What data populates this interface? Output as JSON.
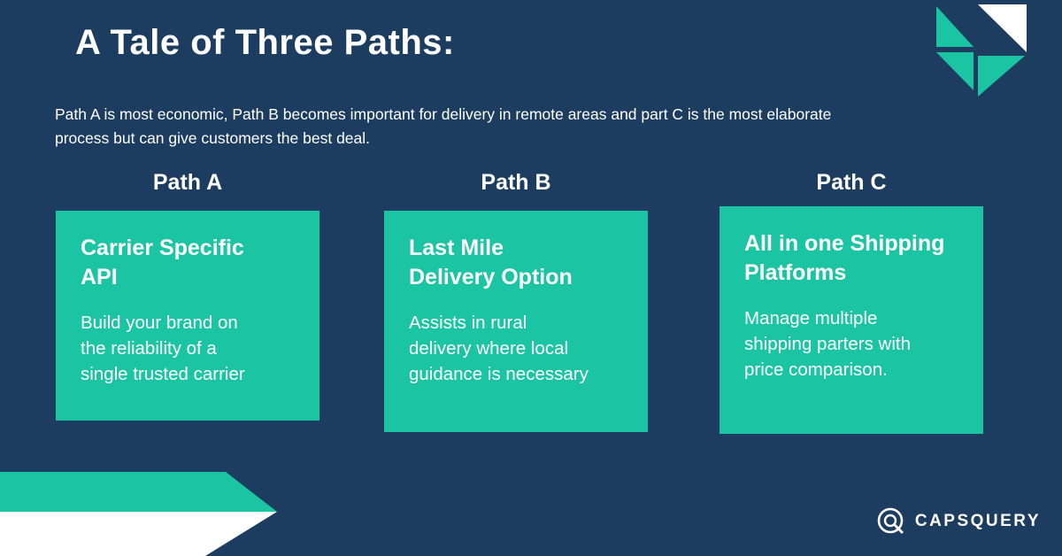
{
  "header": {
    "title": "A Tale of Three Paths:",
    "subtitle": "Path A is most economic, Path B becomes important for delivery in remote areas and part C is the most elaborate\nprocess but can give customers the best deal."
  },
  "paths": [
    {
      "label": "Path A",
      "card_title": "Carrier Specific\nAPI",
      "card_body": "Build  your brand on\nthe reliability of a\nsingle trusted carrier"
    },
    {
      "label": "Path B",
      "card_title": "Last Mile\nDelivery Option",
      "card_body": "Assists in rural\ndelivery where local\nguidance is necessary"
    },
    {
      "label": "Path C",
      "card_title": "All in one Shipping\nPlatforms",
      "card_body": "Manage multiple\nshipping parters with\nprice comparison."
    }
  ],
  "logo": {
    "text": "CAPSQUERY"
  },
  "colors": {
    "bg_navy": "#1d3d60",
    "teal": "#1bc5a3",
    "text_white": "#ffffff"
  }
}
